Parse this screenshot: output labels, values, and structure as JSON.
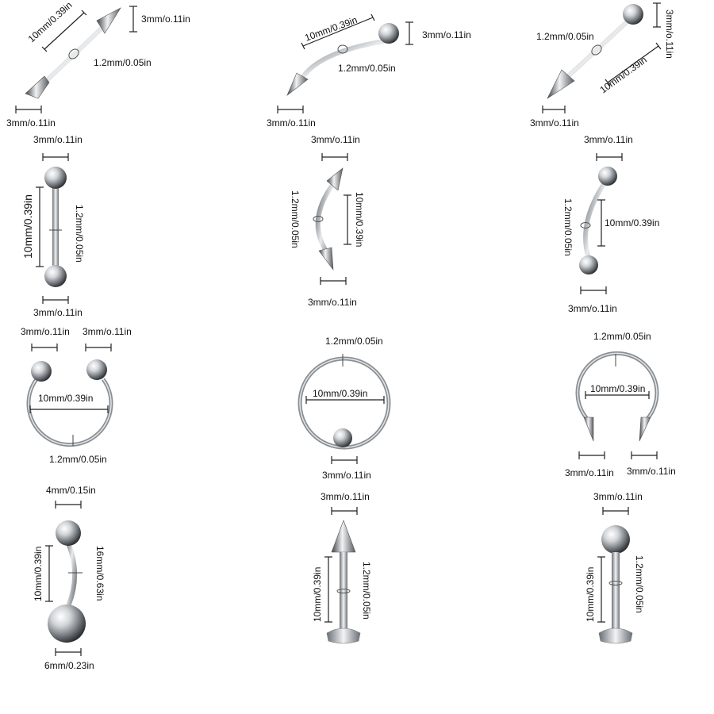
{
  "labels": {
    "d3": "3mm/o.11in",
    "len10": "10mm/0.39in",
    "gauge": "1.2mm/0.05in",
    "d4": "4mm/0.15in",
    "d6": "6mm/0.23in",
    "len16": "16mm/0.63in"
  },
  "items": [
    {
      "id": "straight-barbell-spikes"
    },
    {
      "id": "curved-barbell-spike-ball"
    },
    {
      "id": "straight-barbell-ball-spike"
    },
    {
      "id": "straight-barbell-balls"
    },
    {
      "id": "curved-barbell-spikes"
    },
    {
      "id": "curved-barbell-balls"
    },
    {
      "id": "horseshoe-ring-balls"
    },
    {
      "id": "captive-bead-ring"
    },
    {
      "id": "horseshoe-ring-spikes"
    },
    {
      "id": "belly-ring"
    },
    {
      "id": "labret-spike"
    },
    {
      "id": "labret-ball"
    }
  ],
  "colors": {
    "steel_light": "#f4f5f6",
    "steel_mid": "#a8adb2",
    "steel_dark": "#4b4f54"
  }
}
